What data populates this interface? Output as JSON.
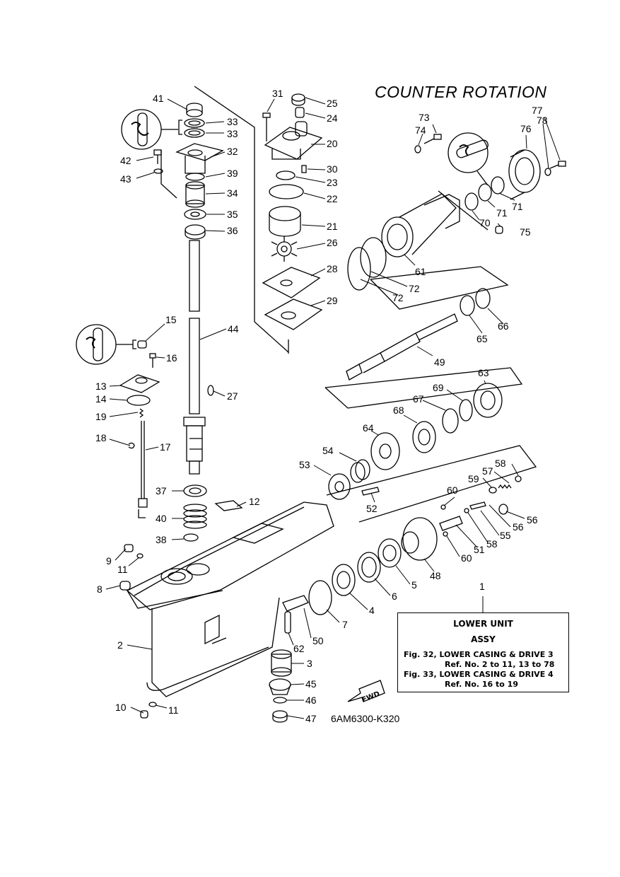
{
  "title": "COUNTER ROTATION",
  "drawing_code": "6AM6300-K320",
  "fwd_label": "FWD",
  "reference_box": {
    "line1": "LOWER UNIT",
    "line2": "ASSY",
    "line3": "Fig. 32, LOWER CASING & DRIVE 3",
    "line4": "Ref. No. 2 to 11, 13 to 78",
    "line5": "Fig. 33, LOWER CASING & DRIVE 4",
    "line6": "Ref. No. 16 to 19"
  },
  "callouts": {
    "c1": "1",
    "c2": "2",
    "c3": "3",
    "c4": "4",
    "c5": "5",
    "c6": "6",
    "c7": "7",
    "c8": "8",
    "c9": "9",
    "c10": "10",
    "c11a": "11",
    "c11b": "11",
    "c12": "12",
    "c13": "13",
    "c14": "14",
    "c15": "15",
    "c16": "16",
    "c17": "17",
    "c18": "18",
    "c19": "19",
    "c20": "20",
    "c21": "21",
    "c22": "22",
    "c23": "23",
    "c24": "24",
    "c25": "25",
    "c26": "26",
    "c27": "27",
    "c28": "28",
    "c29": "29",
    "c30": "30",
    "c31": "31",
    "c32": "32",
    "c33a": "33",
    "c33b": "33",
    "c34": "34",
    "c35": "35",
    "c36": "36",
    "c37": "37",
    "c38": "38",
    "c39": "39",
    "c40": "40",
    "c41": "41",
    "c42": "42",
    "c43": "43",
    "c44": "44",
    "c45": "45",
    "c46": "46",
    "c47": "47",
    "c48": "48",
    "c49": "49",
    "c50": "50",
    "c51": "51",
    "c52": "52",
    "c53": "53",
    "c54": "54",
    "c55": "55",
    "c56a": "56",
    "c56b": "56",
    "c57": "57",
    "c58a": "58",
    "c58b": "58",
    "c59": "59",
    "c60a": "60",
    "c60b": "60",
    "c61": "61",
    "c62": "62",
    "c63": "63",
    "c64": "64",
    "c65": "65",
    "c66": "66",
    "c67": "67",
    "c68": "68",
    "c69": "69",
    "c70": "70",
    "c71a": "71",
    "c71b": "71",
    "c72a": "72",
    "c72b": "72",
    "c73": "73",
    "c74": "74",
    "c75": "75",
    "c76": "76",
    "c77": "77",
    "c78": "78"
  }
}
